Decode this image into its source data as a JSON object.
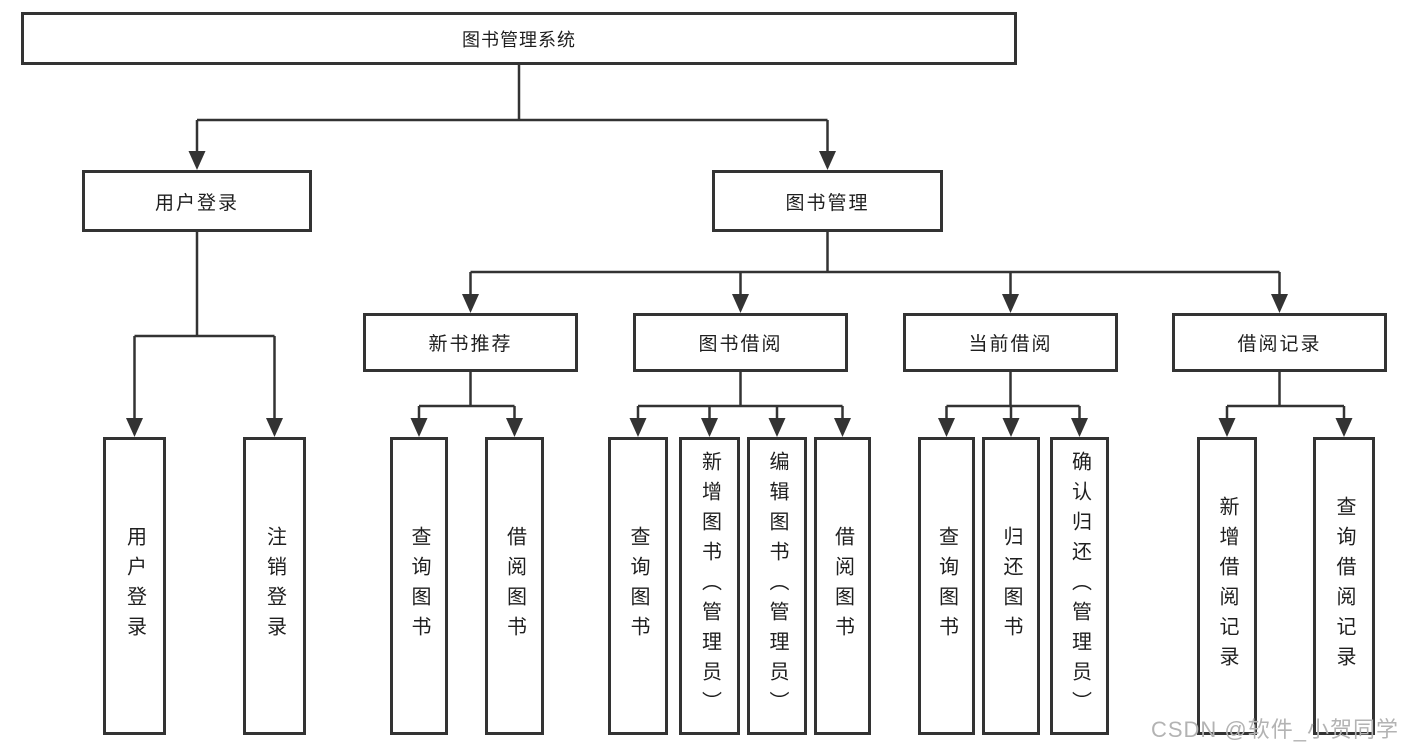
{
  "diagram": {
    "root": "图书管理系统",
    "level2": {
      "user_login": "用户登录",
      "book_mgmt": "图书管理"
    },
    "level3": {
      "new_books": "新书推荐",
      "book_borrow": "图书借阅",
      "current_borrow": "当前借阅",
      "borrow_records": "借阅记录"
    },
    "leaves": {
      "user_login": [
        "用户登录",
        "注销登录"
      ],
      "new_books": [
        "查询图书",
        "借阅图书"
      ],
      "book_borrow": [
        "查询图书",
        "新增图书（管理员）",
        "编辑图书（管理员）",
        "借阅图书"
      ],
      "current_borrow": [
        "查询图书",
        "归还图书",
        "确认归还（管理员）"
      ],
      "borrow_records": [
        "新增借阅记录",
        "查询借阅记录"
      ]
    }
  },
  "watermark": "CSDN @软件_小贺同学",
  "colors": {
    "line": "#333333",
    "box_border": "#333333",
    "text": "#1f1f1f",
    "watermark": "#b3b3b3",
    "background": "#ffffff"
  }
}
